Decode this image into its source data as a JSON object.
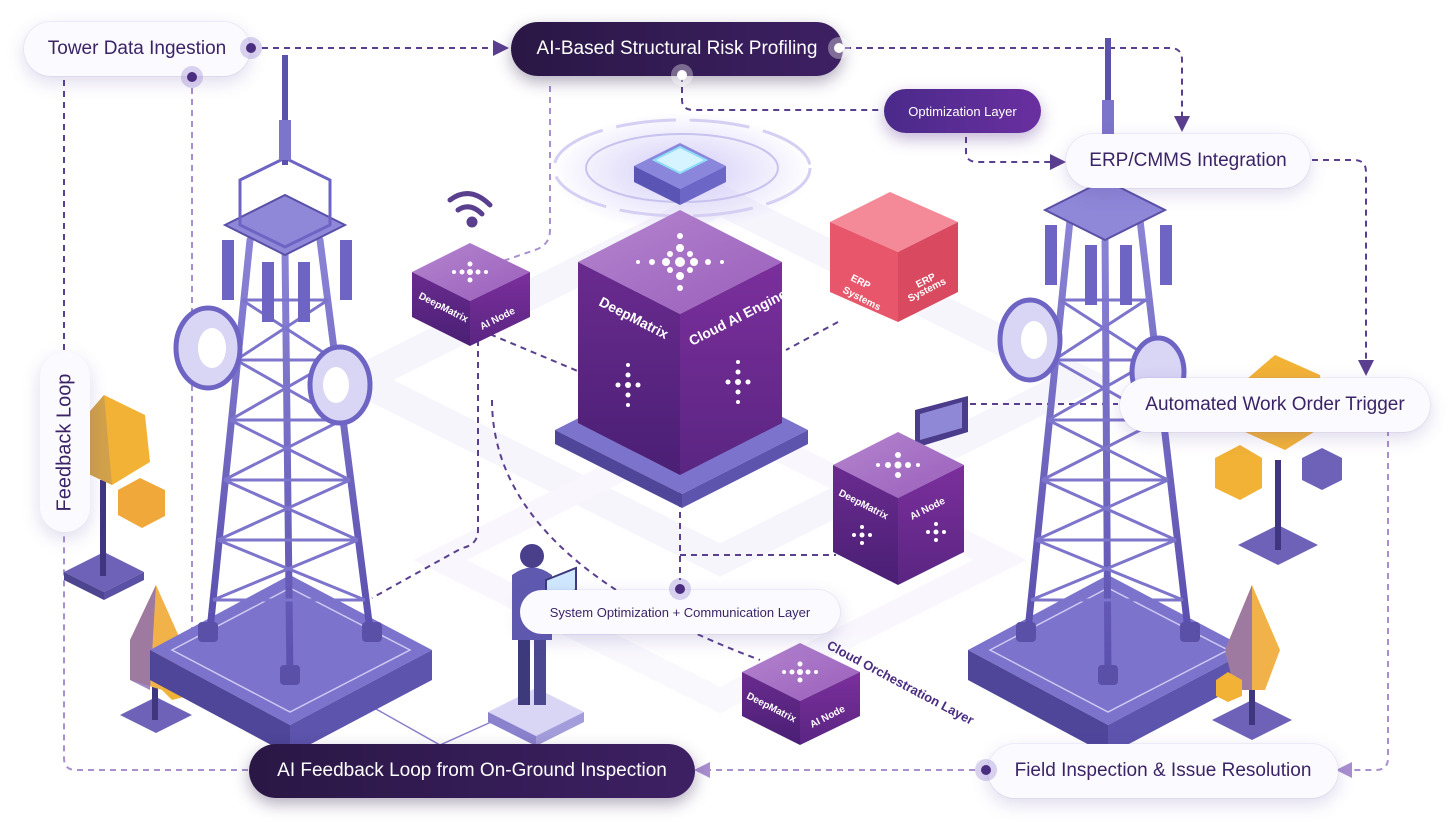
{
  "nodes": {
    "tower_data_ingestion": "Tower Data Ingestion",
    "ai_risk_profiling": "AI-Based Structural Risk Profiling",
    "optimization_layer": "Optimization Layer",
    "erp_cmms_integration": "ERP/CMMS Integration",
    "automated_work_order": "Automated Work Order Trigger",
    "field_inspection": "Field Inspection & Issue Resolution",
    "ai_feedback_loop": "AI Feedback Loop from On-Ground Inspection",
    "feedback_loop": "Feedback Loop",
    "system_optimization": "System Optimization + Communication Layer",
    "cloud_orchestration": "Cloud Orchestration Layer"
  },
  "cubes": {
    "central_left_face": "DeepMatrix",
    "central_right_face": "Cloud AI Engine",
    "erp_left_face_line1": "ERP",
    "erp_left_face_line2": "Systems",
    "erp_right_face_line1": "ERP",
    "erp_right_face_line2": "Systems",
    "node_left_face": "DeepMatrix",
    "node_right_face": "AI Node"
  },
  "colors": {
    "accent_dark": "#2a1745",
    "accent_purple": "#5b2d8e",
    "tower": "#6d64c4",
    "erp_red": "#ea5a6e",
    "tree_yellow": "#f2b236",
    "connector": "#5a3f8f"
  }
}
